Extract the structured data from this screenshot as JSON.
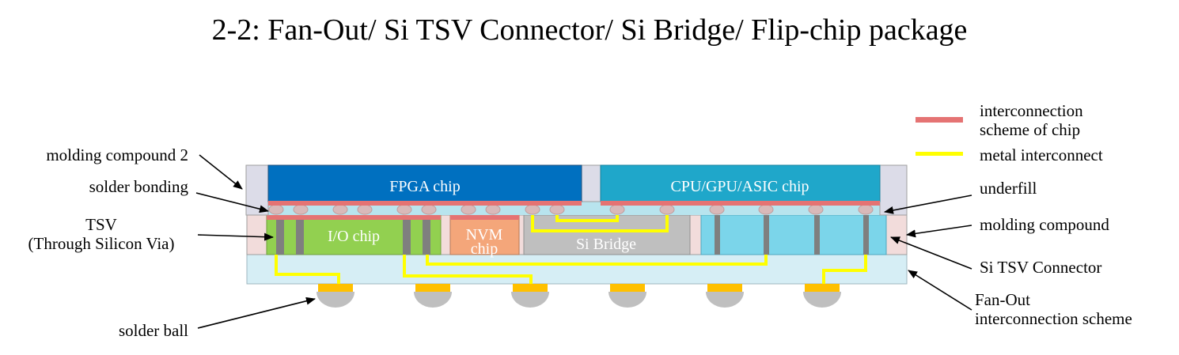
{
  "title": "2-2: Fan-Out/ Si TSV Connector/ Si Bridge/ Flip-chip package",
  "colors": {
    "fpga": "#0070C0",
    "cpu": "#1FA7CA",
    "io": "#92D050",
    "nvm": "#F4A67A",
    "bridge": "#BFBFBF",
    "tsv_connector": "#7BD5EA",
    "fanout": "#D6EEF5",
    "molding": "#F2DCDB",
    "molding2": "#DCDCE8",
    "underfill": "#B8E4EE",
    "chip_interconnect": "#E57373",
    "metal_interconnect": "#FFFF00",
    "bump": "#D9B9B9",
    "solder_ball": "#BFBFBF",
    "ball_pad": "#FFC000",
    "tsv_via": "#7F7F7F"
  },
  "chips": {
    "fpga": "FPGA chip",
    "cpu": "CPU/GPU/ASIC  chip",
    "io": "I/O chip",
    "nvm_line1": "NVM",
    "nvm_line2": "chip",
    "bridge": "Si Bridge"
  },
  "legend": {
    "chip_interconnect_line1": "interconnection",
    "chip_interconnect_line2": "scheme of chip",
    "metal_interconnect": "metal interconnect"
  },
  "left_labels": {
    "molding_compound_2": "molding compound 2",
    "solder_bonding": "solder bonding",
    "tsv_line1": "TSV",
    "tsv_line2": "(Through Silicon Via)",
    "solder_ball": "solder ball"
  },
  "right_labels": {
    "underfill": "underfill",
    "molding_compound": "molding compound",
    "si_tsv_connector": "Si TSV Connector",
    "fanout_line1": "Fan-Out",
    "fanout_line2": "interconnection scheme"
  }
}
